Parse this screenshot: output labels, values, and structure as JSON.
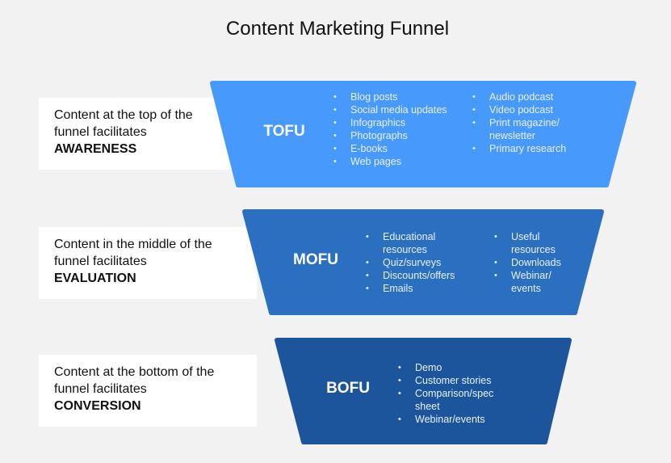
{
  "title": "Content Marketing Funnel",
  "colors": {
    "tofu": "#4799fb",
    "mofu": "#2a6fc0",
    "bofu": "#1d559d"
  },
  "stages": [
    {
      "label": "TOFU",
      "description": "Content at the top of the",
      "description2": "funnel facilitates",
      "goal": "AWARENESS",
      "col1": [
        "Blog posts",
        "Social media updates",
        "Infographics",
        "Photographs",
        "E-books",
        "Web pages"
      ],
      "col2": [
        "Audio podcast",
        "Video podcast",
        "Print magazine/ newsletter",
        "Primary research"
      ]
    },
    {
      "label": "MOFU",
      "description": "Content in the middle of the",
      "description2": "funnel facilitates",
      "goal": "EVALUATION",
      "col1": [
        "Educational resources",
        "Quiz/surveys",
        "Discounts/offers",
        "Emails"
      ],
      "col2": [
        "Useful resources",
        "Downloads",
        "Webinar/ events"
      ]
    },
    {
      "label": "BOFU",
      "description": "Content at the bottom of the",
      "description2": "funnel facilitates",
      "goal": "CONVERSION",
      "col1": [
        "Demo",
        "Customer stories",
        "Comparison/spec sheet",
        "Webinar/events"
      ],
      "col2": []
    }
  ]
}
